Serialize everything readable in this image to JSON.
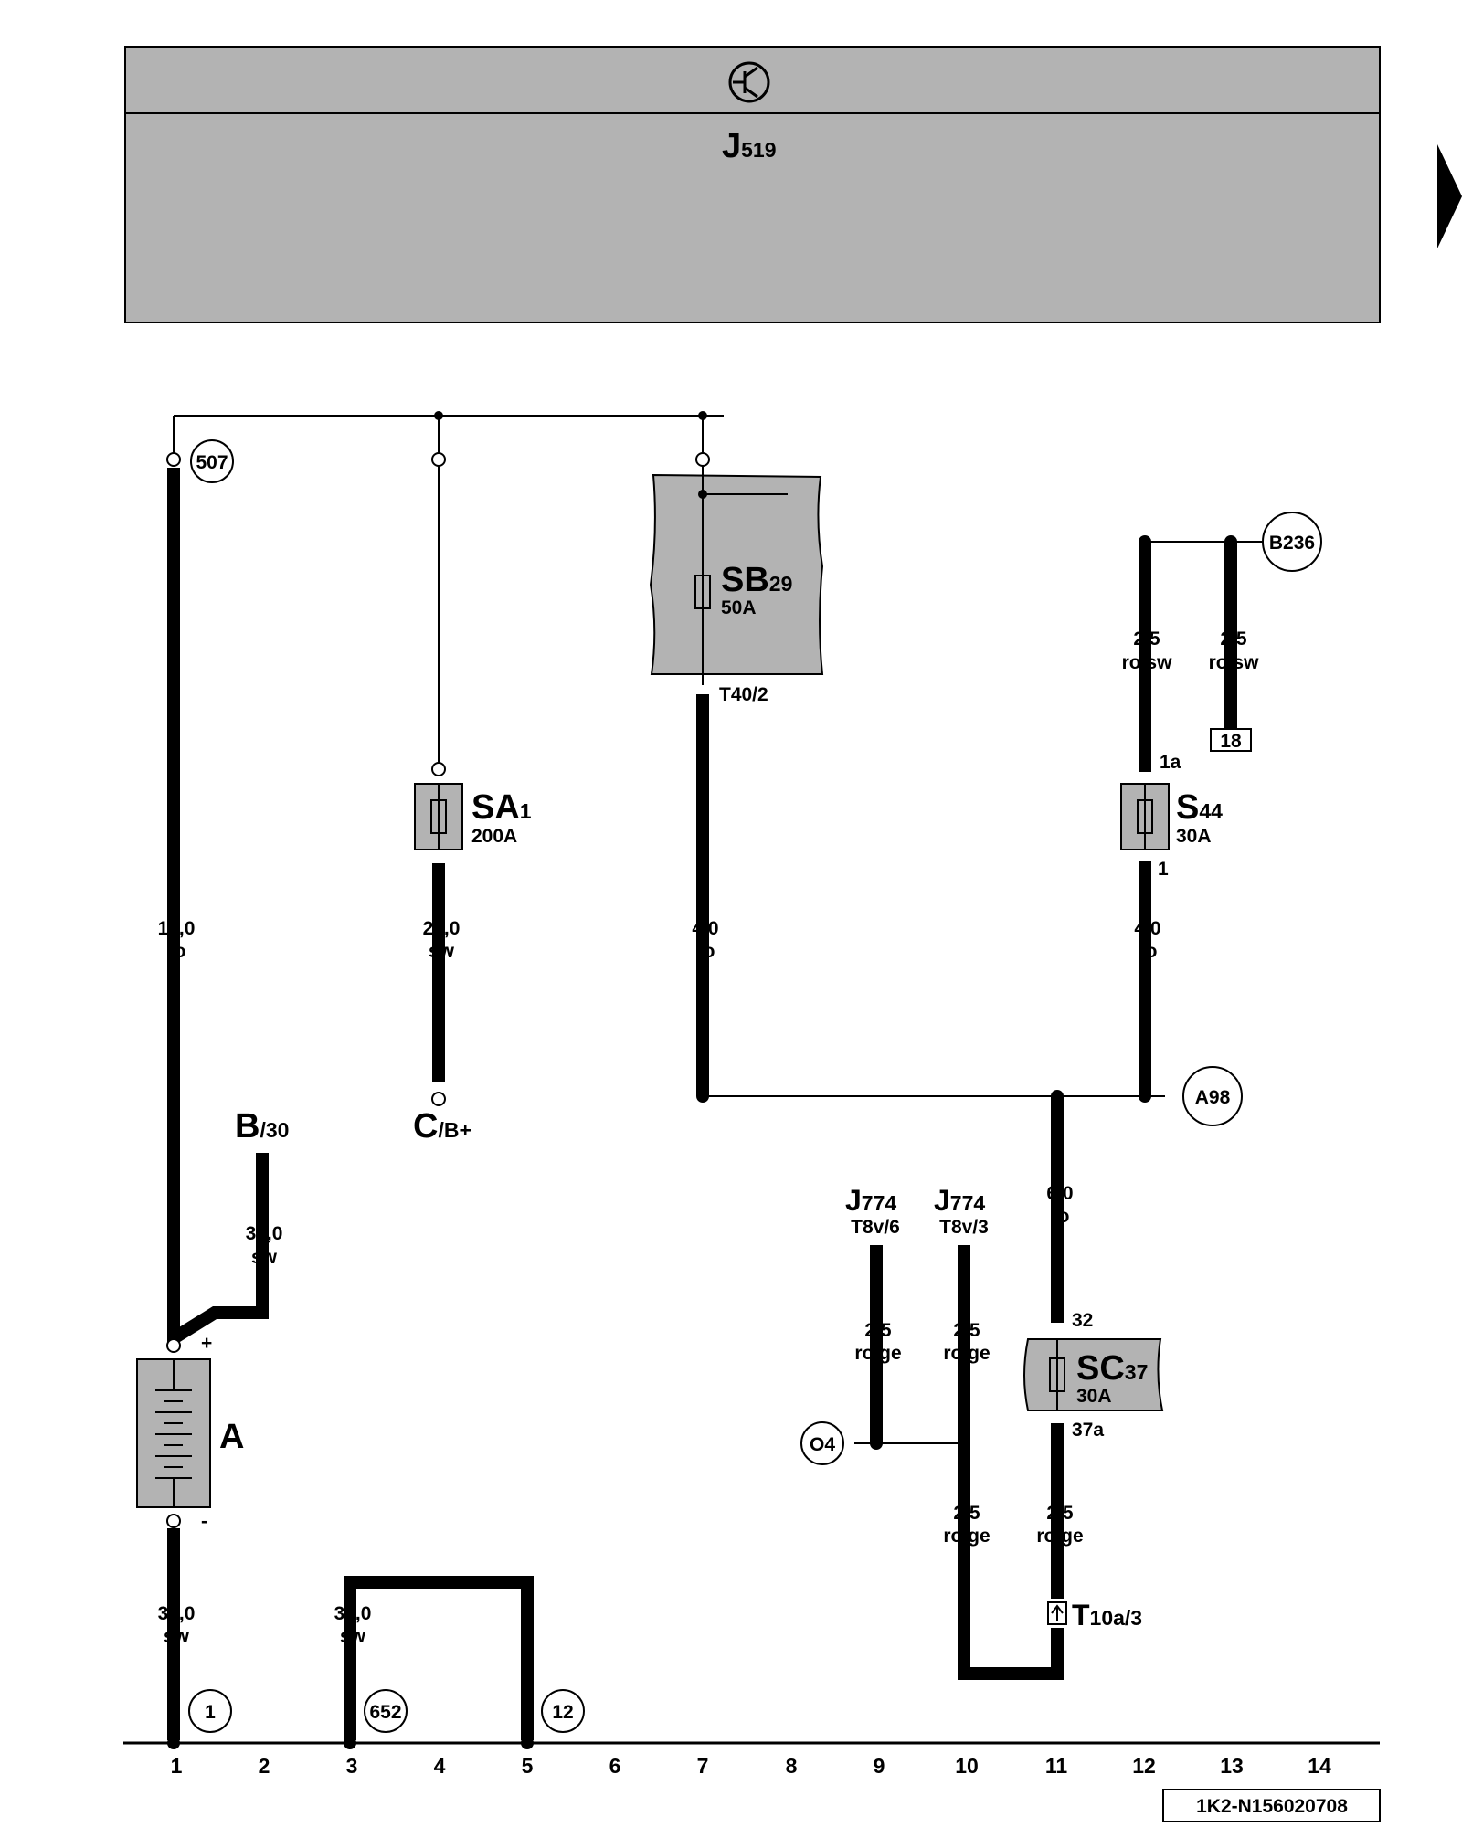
{
  "header": {
    "component": "J",
    "component_sub": "519"
  },
  "components": {
    "battery": "A",
    "fuse_sa1": {
      "name": "SA",
      "sub": "1",
      "rating": "200A"
    },
    "fuse_sb29": {
      "name": "SB",
      "sub": "29",
      "rating": "50A",
      "pin_out": "T40/2"
    },
    "fuse_s44": {
      "name": "S",
      "sub": "44",
      "rating": "30A",
      "pin_in": "1a",
      "pin_out": "1"
    },
    "fuse_sc37": {
      "name": "SC",
      "sub": "37",
      "rating": "30A",
      "pin_in": "32",
      "pin_out": "37a"
    },
    "conn_b": {
      "name": "B",
      "sub": "/30"
    },
    "conn_c": {
      "name": "C",
      "sub": "/B+"
    },
    "j774_a": {
      "name": "J",
      "sub": "774",
      "pin": "T8v/6"
    },
    "j774_b": {
      "name": "J",
      "sub": "774",
      "pin": "T8v/3"
    },
    "t10a": {
      "name": "T",
      "sub": "10a/3"
    },
    "battery_plus": "+",
    "battery_minus": "-"
  },
  "wires": {
    "w1": {
      "size": "16,0",
      "color": "ro"
    },
    "w2": {
      "size": "35,0",
      "color": "sw"
    },
    "w3": {
      "size": "25,0",
      "color": "sw"
    },
    "w4": {
      "size": "4,0",
      "color": "ro"
    },
    "w5": {
      "size": "4,0",
      "color": "ro"
    },
    "w6": {
      "size": "2,5",
      "color": "ro/sw"
    },
    "w7": {
      "size": "2,5",
      "color": "ro/sw"
    },
    "w8": {
      "size": "6,0",
      "color": "ro"
    },
    "w9": {
      "size": "2,5",
      "color": "ro/ge"
    },
    "w10": {
      "size": "2,5",
      "color": "ro/ge"
    },
    "w11": {
      "size": "2,5",
      "color": "ro/ge"
    },
    "w12": {
      "size": "2,5",
      "color": "ro/ge"
    },
    "w13": {
      "size": "35,0",
      "color": "sw"
    },
    "w14": {
      "size": "35,0",
      "color": "sw"
    }
  },
  "markers": {
    "m507": "507",
    "mb236": "B236",
    "ma98": "A98",
    "mo4": "O4",
    "m1": "1",
    "m652": "652",
    "m12": "12",
    "box18": "18"
  },
  "grid": [
    "1",
    "2",
    "3",
    "4",
    "5",
    "6",
    "7",
    "8",
    "9",
    "10",
    "11",
    "12",
    "13",
    "14"
  ],
  "doc_code": "1K2-N156020708",
  "colors": {
    "panel": "#b3b3b3",
    "line": "#000000",
    "background": "#ffffff"
  }
}
